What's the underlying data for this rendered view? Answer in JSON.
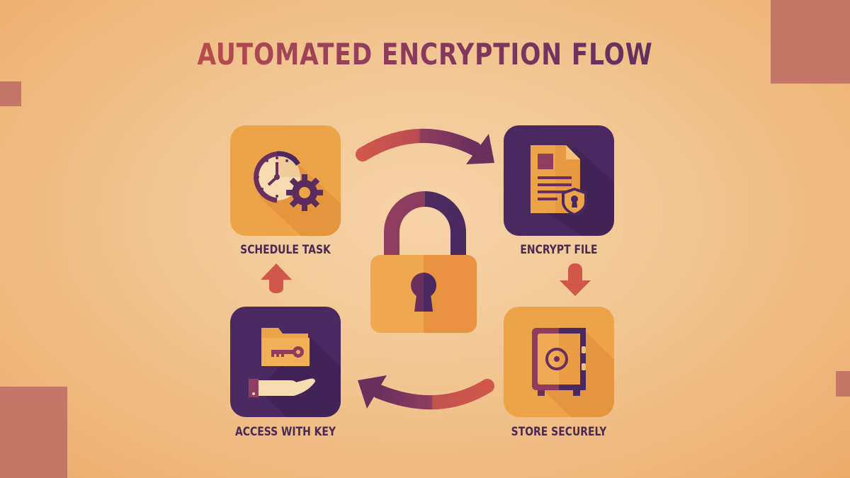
{
  "title": "AUTOMATED ENCRYPTION FLOW",
  "colors": {
    "background": "#f2c591",
    "accent_orange": "#eda448",
    "accent_purple": "#4a2860",
    "accent_red": "#d0574a",
    "decor_block": "#c47668"
  },
  "center": {
    "icon": "padlock-icon"
  },
  "steps": [
    {
      "label": "SCHEDULE TASK",
      "icon": "clock-gear-icon",
      "tile_color": "orange"
    },
    {
      "label": "ENCRYPT FILE",
      "icon": "document-shield-icon",
      "tile_color": "purple"
    },
    {
      "label": "STORE SECURELY",
      "icon": "safe-icon",
      "tile_color": "orange"
    },
    {
      "label": "ACCESS WITH KEY",
      "icon": "folder-key-hand-icon",
      "tile_color": "purple"
    }
  ],
  "connectors": [
    {
      "from": "SCHEDULE TASK",
      "to": "ENCRYPT FILE",
      "icon": "curved-arrow-right-icon"
    },
    {
      "from": "ENCRYPT FILE",
      "to": "STORE SECURELY",
      "icon": "arrow-down-icon"
    },
    {
      "from": "STORE SECURELY",
      "to": "ACCESS WITH KEY",
      "icon": "curved-arrow-left-icon"
    },
    {
      "from": "ACCESS WITH KEY",
      "to": "SCHEDULE TASK",
      "icon": "arrow-up-icon"
    }
  ]
}
